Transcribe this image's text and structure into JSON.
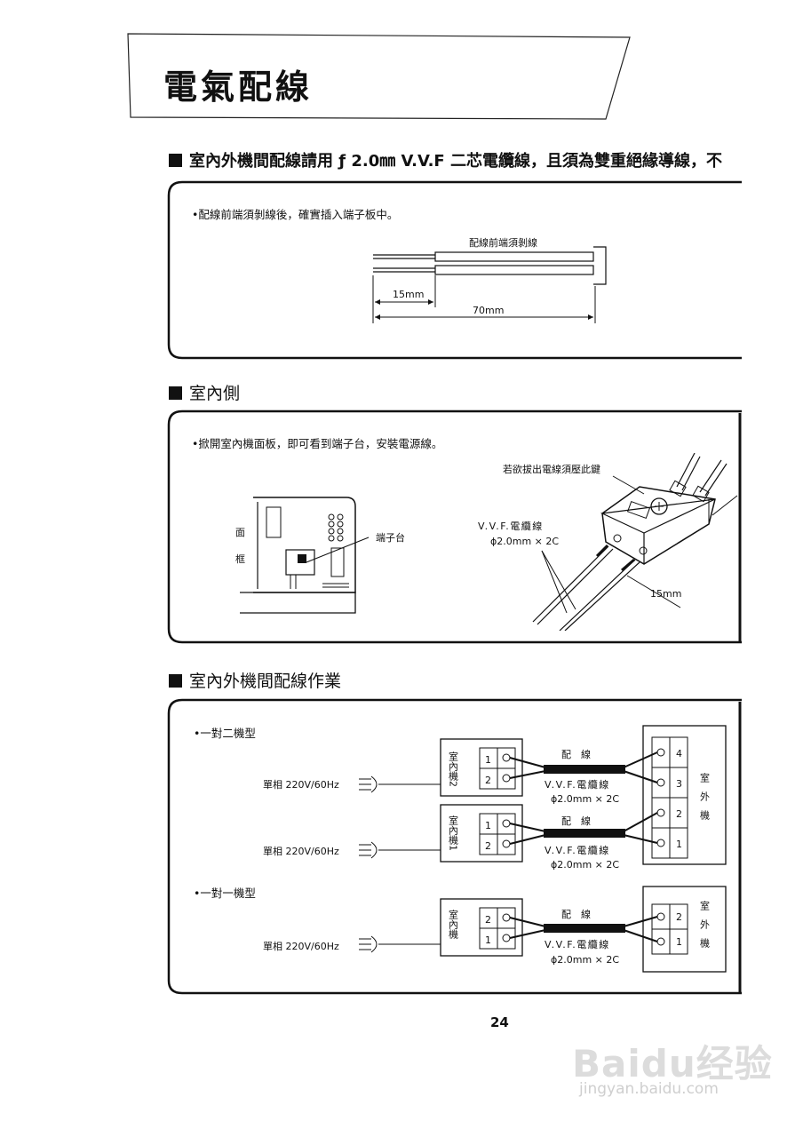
{
  "page": {
    "title": "電氣配線",
    "number": "24"
  },
  "section1": {
    "heading": "室內外機間配線請用 ƒ 2.0㎜ V.V.F 二芯電纜線，且須為雙重絕緣導線，不",
    "note": "•配線前端須剝線後，確實插入端子板中。",
    "strip_label": "配線前端須剝線",
    "dim_short": "15mm",
    "dim_long": "70mm"
  },
  "section2": {
    "heading": "室內側",
    "note": "•掀開室內機面板，即可看到端子台，安裝電源線。",
    "panel_label_1": "面",
    "panel_label_2": "框",
    "terminal_label": "端子台",
    "press_key": "若欲拔出電線須壓此鍵",
    "cable_label": "V.V.F.電纜線",
    "cable_spec": "ϕ2.0mm × 2C",
    "dim": "15mm"
  },
  "section3": {
    "heading": "室內外機間配線作業",
    "type1": "•一對二機型",
    "type2": "•一對一機型",
    "power": "單相 220V/60Hz",
    "wiring": "配　線",
    "cable_label": "V.V.F.電纜線",
    "cable_spec": "ϕ2.0mm × 2C",
    "indoor_2": "室內機2",
    "indoor_1": "室內機1",
    "indoor": "室內機",
    "outdoor": "室外機"
  },
  "watermark": {
    "brand": "Baidu经验",
    "url": "jingyan.baidu.com"
  }
}
